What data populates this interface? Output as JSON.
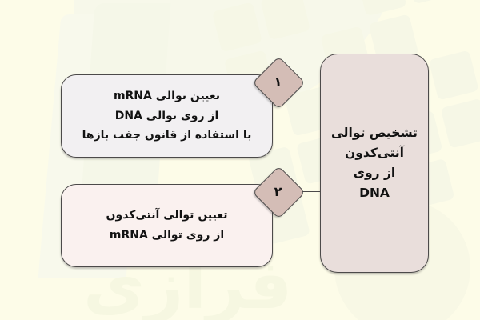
{
  "background": {
    "color": "#fdfce8",
    "watermark_text": "فرازی"
  },
  "colors": {
    "background": "#fdfce8",
    "main_node_fill": "#e9dedb",
    "step1_node_fill": "#f2f0f2",
    "step2_node_fill": "#faf1ef",
    "badge_fill": "#d4bdb6",
    "stroke": "#4c4a4a",
    "text": "#121212",
    "watermark": "#f6f7e6"
  },
  "diagram": {
    "type": "flow",
    "direction": "rtl",
    "main_node": {
      "id": "main",
      "lines": [
        "تشخیص توالی",
        "آنتی‌کدون",
        "از روی",
        "DNA"
      ]
    },
    "steps": [
      {
        "id": "step1",
        "badge": "۱",
        "lines": [
          "تعیین توالی mRNA",
          "از روی توالی DNA",
          "با استفاده از قانون جفت بازها"
        ]
      },
      {
        "id": "step2",
        "badge": "۲",
        "lines": [
          "تعیین توالی آنتی‌کدون",
          "از روی توالی mRNA"
        ]
      }
    ]
  }
}
